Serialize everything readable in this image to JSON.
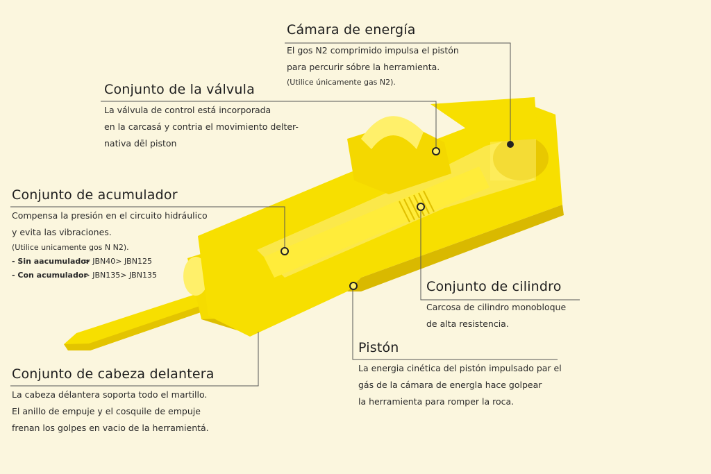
{
  "colors": {
    "background": "#fbf6de",
    "body": "#f7df00",
    "shadow": "#e3c400",
    "highlight": "#fff06a",
    "line": "#555555"
  },
  "callouts": {
    "camara": {
      "title": "Cámara de energía",
      "lines": [
        "El gos N2 comprimido impulsa el pistón",
        "para percurir sóbre la herramienta.",
        "(Utilice únicamente gas N2)."
      ]
    },
    "valvula": {
      "title": "Conjunto de la válvula",
      "lines": [
        "La válvula de control está incorporada",
        "en la carcasá y contria el movimiento delter-",
        "nativa dēl piston"
      ]
    },
    "acumulador": {
      "title": "Conjunto de acumulador",
      "lines": [
        "Compensa la presión en el circuito hidráulico",
        "y evita las vibraciones.",
        "(Utilice unicamente gos N N2)."
      ],
      "models": [
        {
          "label": "- Sin aacumulador",
          "value": "> JBN40> JBN125"
        },
        {
          "label": "- Con acumulador",
          "value": "> JBN135> JBN135"
        }
      ]
    },
    "cilindro": {
      "title": "Conjunto de cilindro",
      "lines": [
        "Carcosa de cilindro monobloque",
        "de alta resistencia."
      ]
    },
    "piston": {
      "title": "Pistón",
      "lines": [
        "La energia cinética del pistón impulsado par el",
        "gás de la cámara de energla hace golpear",
        "la herramienta para romper la roca."
      ]
    },
    "cabeza": {
      "title": "Conjunto de cabeza delantera",
      "lines": [
        "La cabeza délantera soporta todo el martillo.",
        "El anillo de empuje y el cosquile de empuje",
        "frenan los golpes en vacio de la herramientá."
      ]
    }
  }
}
